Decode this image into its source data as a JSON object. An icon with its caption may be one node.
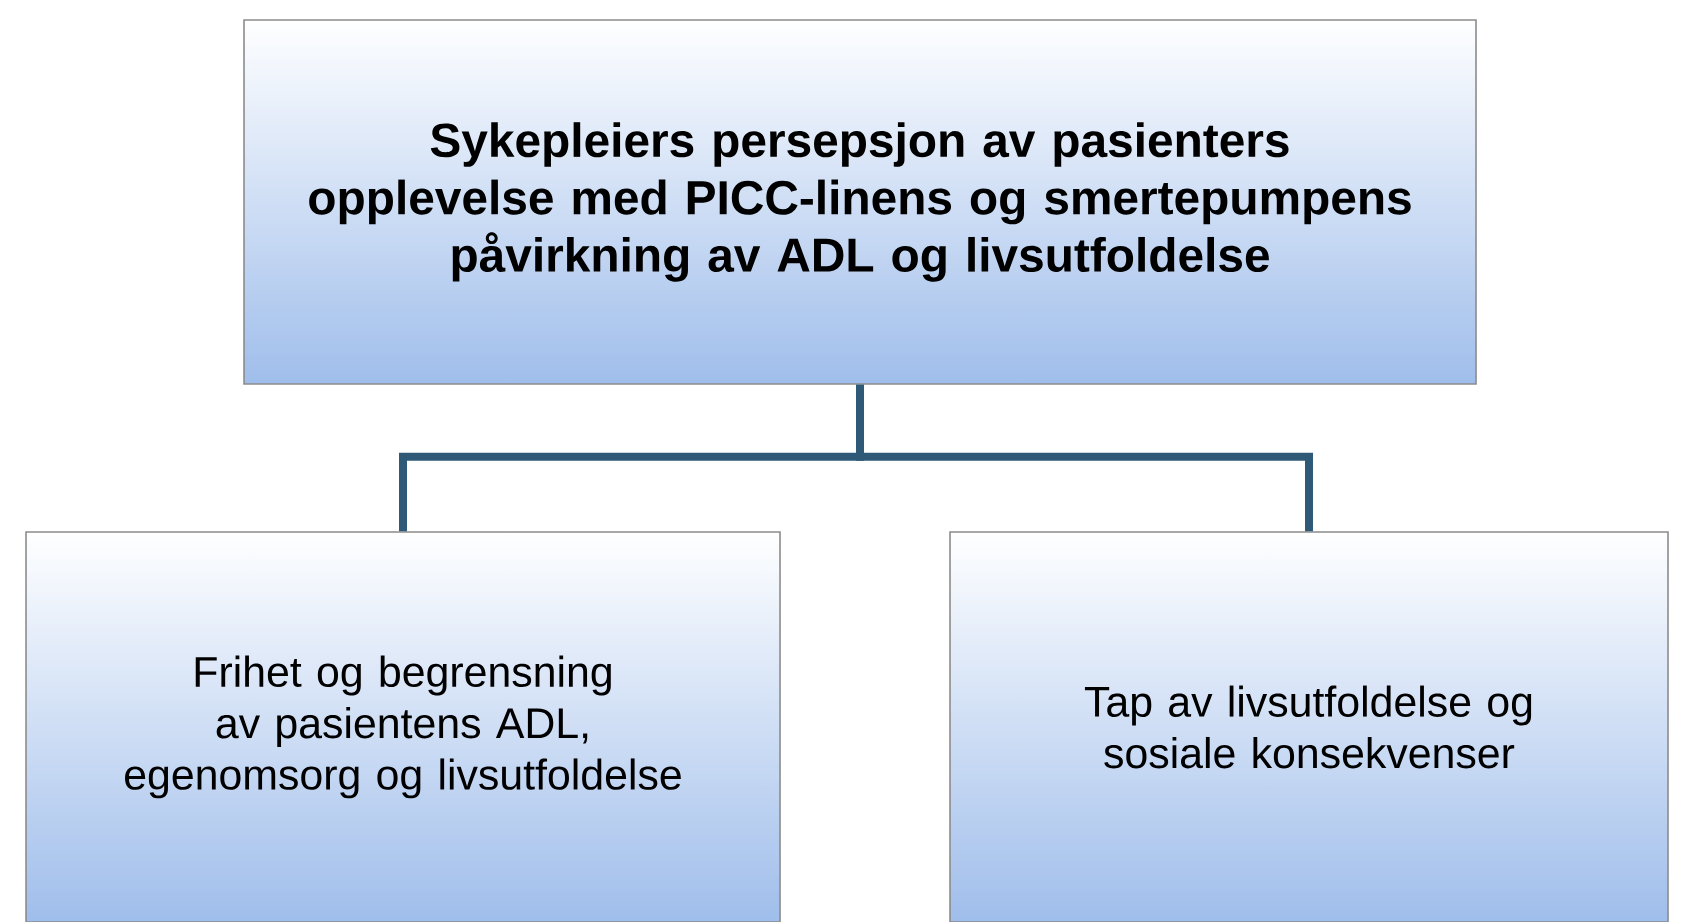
{
  "diagram": {
    "nodes": [
      {
        "text": [
          "Sykepleiers persepsjon av pasienters opplevelse med PICC-linens  og smertepumpens påvirkning av ADL og livsutfoldelse"
        ]
      },
      {
        "text": [
          "Frihet og begrensning av pasientens ADL, egenomsorg og livsutfoldelse"
        ]
      },
      {
        "text": [
          "Tap av livsutfoldelse og sosiale konsekvenser"
        ]
      }
    ],
    "edges": [
      {
        "from": 0,
        "to": 1,
        "arrow": "none"
      },
      {
        "from": 0,
        "to": 2,
        "arrow": "none"
      }
    ]
  }
}
